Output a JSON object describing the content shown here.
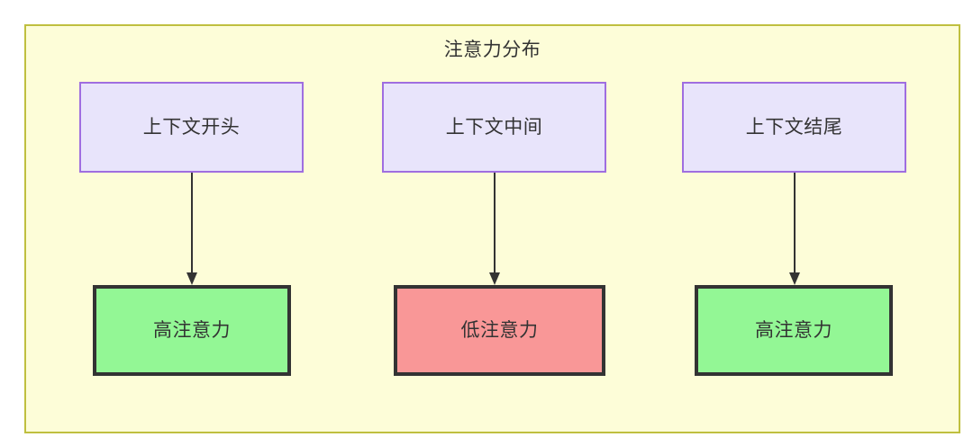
{
  "diagram": {
    "title": "注意力分布",
    "container": {
      "fill": "#fdfdd8",
      "border": "#bfbf3f"
    },
    "nodes": {
      "context": [
        {
          "id": "context-start",
          "label": "上下文开头",
          "fill": "#e8e4fb",
          "border": "#9f6ee0"
        },
        {
          "id": "context-middle",
          "label": "上下文中间",
          "fill": "#e8e4fb",
          "border": "#9f6ee0"
        },
        {
          "id": "context-end",
          "label": "上下文结尾",
          "fill": "#e8e4fb",
          "border": "#9f6ee0"
        }
      ],
      "attention": [
        {
          "id": "attention-high-start",
          "label": "高注意力",
          "fill": "#93f795",
          "border": "#333333",
          "level": "high"
        },
        {
          "id": "attention-low-middle",
          "label": "低注意力",
          "fill": "#f99797",
          "border": "#333333",
          "level": "low"
        },
        {
          "id": "attention-high-end",
          "label": "高注意力",
          "fill": "#93f795",
          "border": "#333333",
          "level": "high"
        }
      ]
    },
    "edges": [
      {
        "from": "context-start",
        "to": "attention-high-start",
        "label": ""
      },
      {
        "from": "context-middle",
        "to": "attention-low-middle",
        "label": ""
      },
      {
        "from": "context-end",
        "to": "attention-high-end",
        "label": ""
      }
    ]
  }
}
